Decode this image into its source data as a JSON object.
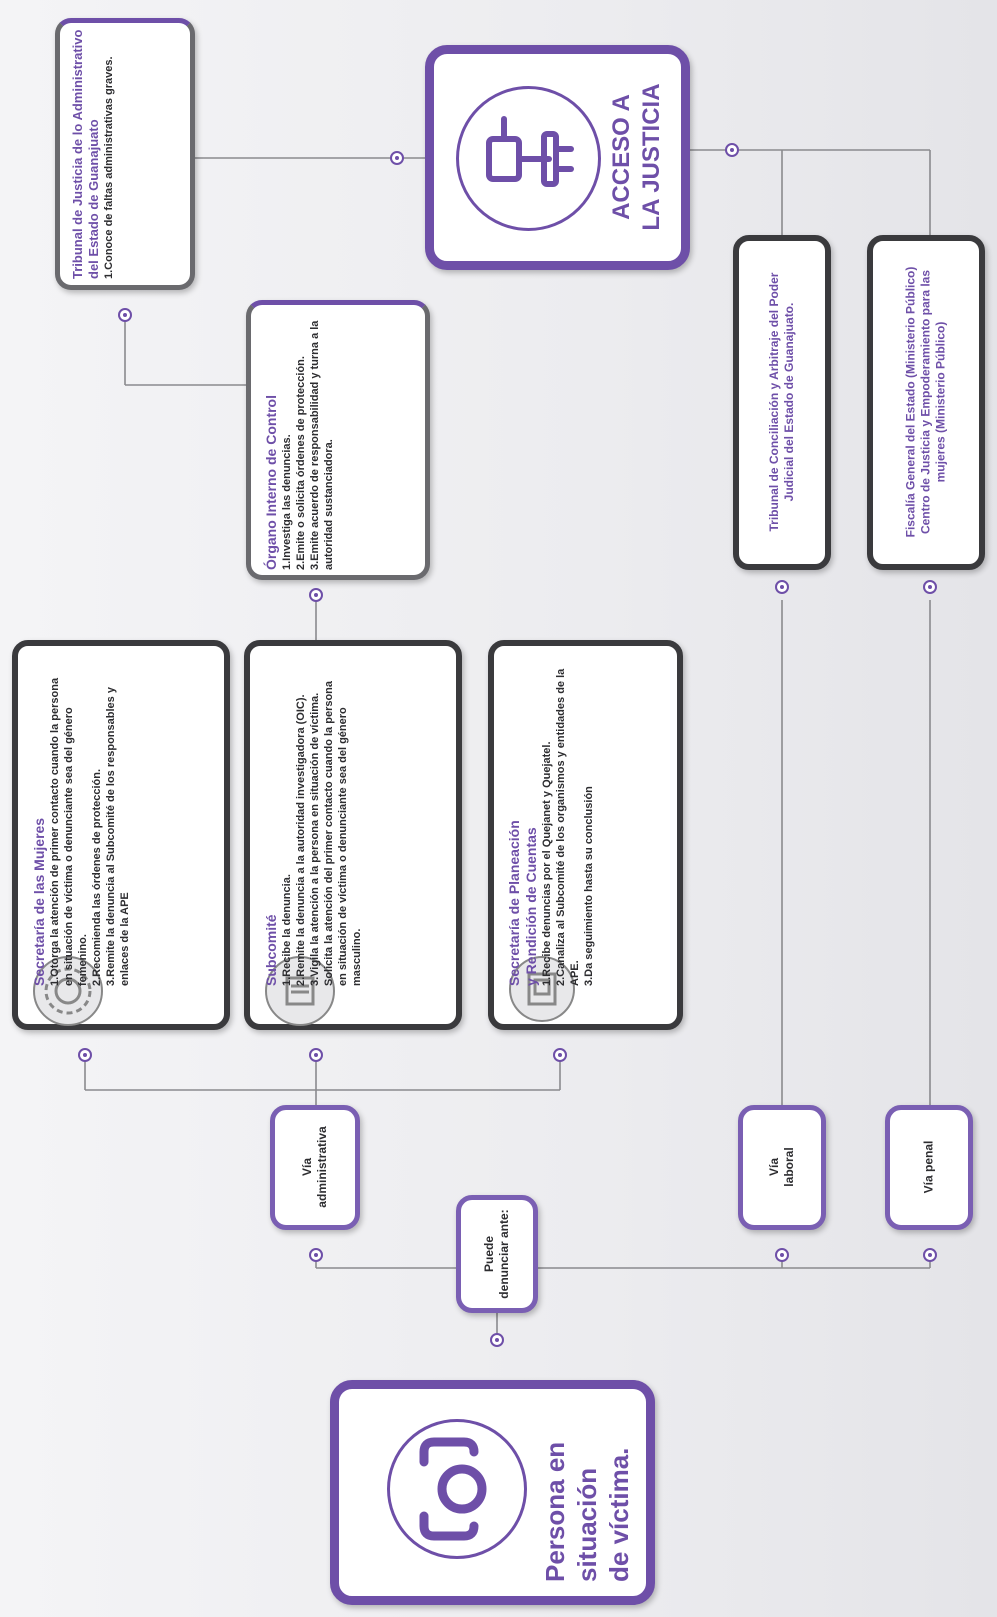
{
  "main_node": {
    "label_line1": "Persona en",
    "label_line2": "situación",
    "label_line3": "de víctima."
  },
  "branch_node": {
    "label": "Puede denunciar ante:"
  },
  "via_admin": {
    "label": "Vía administrativa"
  },
  "via_laboral": {
    "label": "Vía laboral"
  },
  "via_penal": {
    "label": "Vía penal"
  },
  "acceso_justicia": {
    "line1": "ACCESO A",
    "line2": "LA JUSTICIA"
  },
  "secretaria_mujeres": {
    "title": "Secretaría de las Mujeres",
    "items": [
      "1.Otorga la atención de primer contacto cuando la persona en situación de víctima o denunciante sea del género femenino.",
      "2.Recomienda las órdenes de protección.",
      "3.Remite la denuncia al Subcomité de los responsables y enlaces de la APE"
    ]
  },
  "subcomite": {
    "title": "Subcomité",
    "items": [
      "1.Recibe la denuncia.",
      "2.Remite la denuncia a la autoridad investigadora (OIC).",
      "3.Vigila la atención a la persona en situación de víctima.",
      "Solicita la atención del primer contacto cuando la persona en situación de víctima o denunciante sea del género masculino."
    ]
  },
  "secretaria_planeacion": {
    "title_line1": "Secretaría de Planeación",
    "title_line2": "y Rendición de Cuentas",
    "items": [
      "1.Recibe denuncias por el Quejanet y Quejatel.",
      "2.Canaliza al Subcomité de los organismos y entidades de la APE.",
      "3.Da seguimiento hasta su conclusión"
    ]
  },
  "organo_interno": {
    "title": "Órgano Interno de Control",
    "items": [
      "1.Investiga las denuncias.",
      "2.Emite o solicita órdenes de protección.",
      "3.Emite acuerdo de responsabilidad y turna a la autoridad sustanciadora."
    ]
  },
  "tribunal_admin": {
    "title": "Tribunal de Justicia de lo Administrativo del Estado de Guanajuato",
    "items": [
      "1.Conoce de faltas administrativas graves."
    ]
  },
  "tribunal_conciliacion": {
    "label": "Tribunal de Conciliación y Arbitraje del Poder Judicial del Estado de Guanajuato."
  },
  "fiscalia": {
    "label": "Fiscalía General del Estado (Ministerio Público) Centro de Justicia y Empoderamiento para las mujeres (Ministerio Público)"
  },
  "colors": {
    "accent": "#6e4fa8",
    "dark_border": "#3a3a3d",
    "line": "#8a8a8e"
  }
}
